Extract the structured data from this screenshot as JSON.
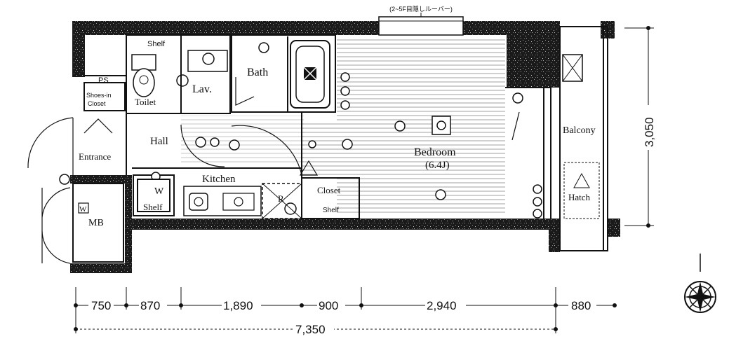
{
  "rooms": {
    "shelf_top": "Shelf",
    "bath": "Bath",
    "toilet": "Toilet",
    "lav": "Lav.",
    "ps": "PS",
    "shoes_closet_1": "Shoes-in",
    "shoes_closet_2": "Closet",
    "hall": "Hall",
    "entrance": "Entrance",
    "kitchen": "Kitchen",
    "w": "W",
    "shelf_kitchen": "Shelf",
    "r": "R",
    "closet": "Closet",
    "shelf_closet": "Shelf",
    "bedroom": "Bedroom",
    "bedroom_size": "(6.4J)",
    "balcony": "Balcony",
    "hatch": "Hatch",
    "mb": "MB",
    "mb_w": "W",
    "top_note": "(2~5F目隠しルーバー)"
  },
  "dimensions": {
    "d750": "750",
    "d870": "870",
    "d1890": "1,890",
    "d900": "900",
    "d2940": "2,940",
    "d880": "880",
    "total": "7,350",
    "height": "3,050"
  },
  "icons": {
    "compass": "compass-rose-icon"
  }
}
